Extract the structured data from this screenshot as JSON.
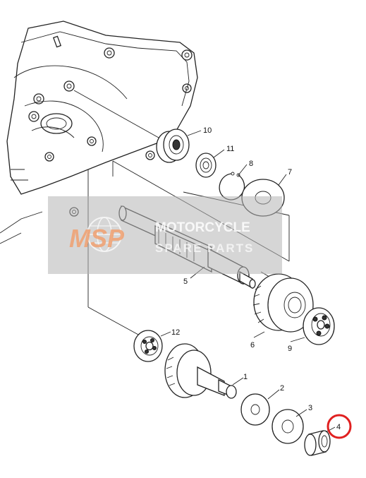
{
  "watermark": {
    "logo_text": "MSP",
    "line1": "MOTORCYCLE",
    "line2": "SPARE PARTS",
    "band_color": "#b4b4b4",
    "logo_color": "#f0a070"
  },
  "highlight_color": "#e02020",
  "parts": [
    {
      "id": "10",
      "label": "10"
    },
    {
      "id": "11",
      "label": "11"
    },
    {
      "id": "8",
      "label": "8"
    },
    {
      "id": "7",
      "label": "7"
    },
    {
      "id": "5",
      "label": "5"
    },
    {
      "id": "6",
      "label": "6"
    },
    {
      "id": "9",
      "label": "9"
    },
    {
      "id": "12",
      "label": "12"
    },
    {
      "id": "1",
      "label": "1"
    },
    {
      "id": "2",
      "label": "2"
    },
    {
      "id": "3",
      "label": "3"
    },
    {
      "id": "4",
      "label": "4",
      "highlighted": true
    }
  ]
}
